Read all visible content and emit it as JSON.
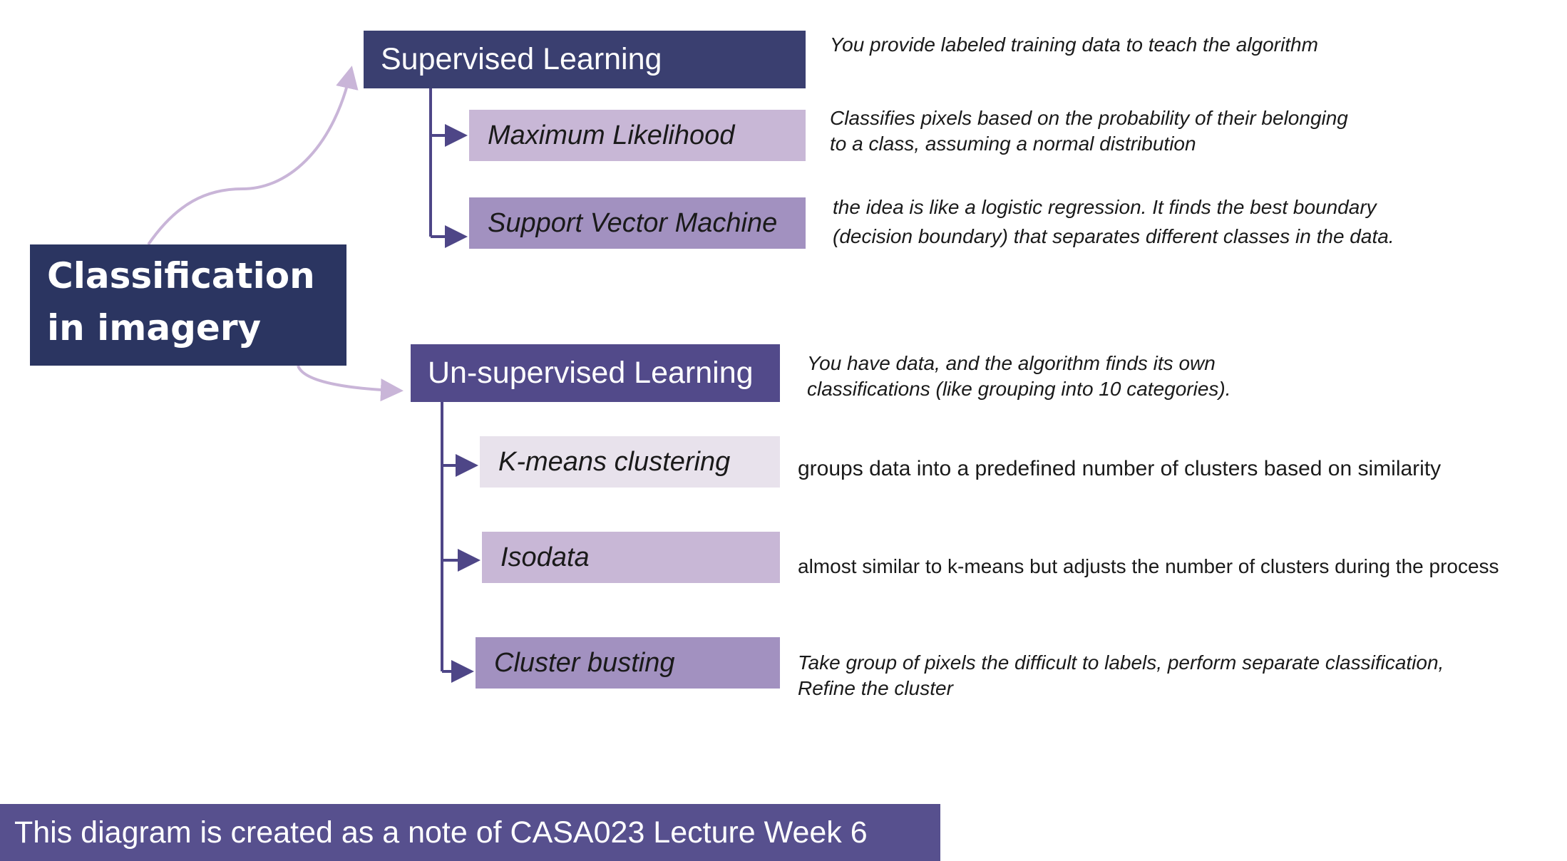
{
  "root": {
    "line1": "Classification",
    "line2": "in imagery"
  },
  "supervised": {
    "title": "Supervised Learning",
    "description": "You provide labeled training data to teach the algorithm",
    "methods": [
      {
        "label": "Maximum Likelihood",
        "description_lines": [
          "Classifies pixels based on the probability of their belonging",
          "to a class, assuming a normal distribution"
        ]
      },
      {
        "label": "Support Vector Machine",
        "description_lines": [
          "the idea is like a logistic regression. It finds the best boundary",
          "(decision boundary) that separates different classes in the data."
        ]
      }
    ]
  },
  "unsupervised": {
    "title": "Un-supervised Learning",
    "description_lines": [
      "You have data, and the algorithm finds its own",
      "classifications (like grouping into 10 categories)."
    ],
    "methods": [
      {
        "label": "K-means clustering",
        "description_lines": [
          "groups data into a predefined number of clusters based on similarity"
        ]
      },
      {
        "label": "Isodata",
        "description_lines": [
          "almost similar to k-means but adjusts the number of clusters during the process"
        ]
      },
      {
        "label": "Cluster busting",
        "description_lines": [
          "Take group of pixels the difficult to labels, perform separate classification,",
          "Refine the cluster"
        ]
      }
    ]
  },
  "footer": "This diagram is created as a note of CASA023 Lecture Week 6",
  "colors": {
    "root": "#2b3561",
    "supervised": "#3a3f70",
    "unsupervised": "#524a8a",
    "light": "#c8b7d6",
    "medium": "#a291c0",
    "pale": "#e8e2ec",
    "connector": "#4e4687",
    "curve": "#c9b5d8",
    "footer": "#57508e"
  }
}
